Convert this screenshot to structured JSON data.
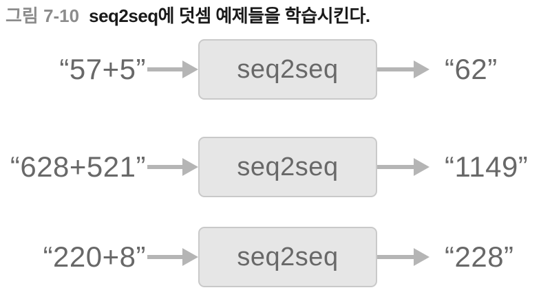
{
  "figure": {
    "label": "그림 7-10",
    "caption": "seq2seq에 덧셈 예제들을 학습시킨다."
  },
  "rows": [
    {
      "input": "“57+5”",
      "box": "seq2seq",
      "output": "“62”"
    },
    {
      "input": "“628+521”",
      "box": "seq2seq",
      "output": "“1149”"
    },
    {
      "input": "“220+8”",
      "box": "seq2seq",
      "output": "“228”"
    }
  ],
  "icons": {
    "arrow": "arrow-right-icon"
  },
  "colors": {
    "figure-label": "#8c8c8c",
    "figure-caption": "#1a1a1a",
    "text": "#686868",
    "box-fill": "#e6e6e6",
    "box-border": "#c9c9c9",
    "arrow": "#b5b5b5"
  }
}
